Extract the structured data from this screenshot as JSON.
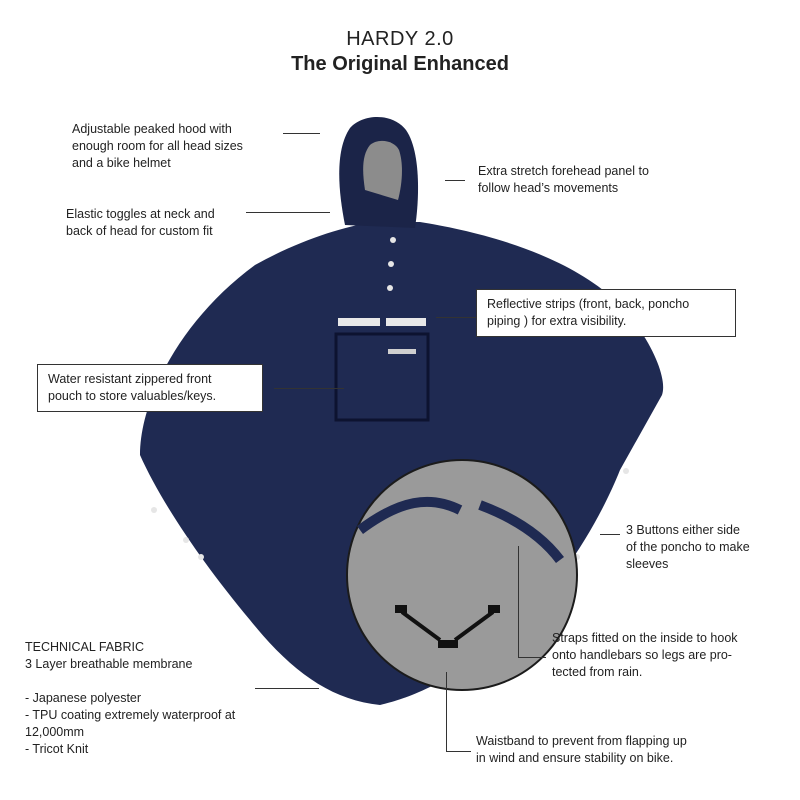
{
  "title": "HARDY 2.0",
  "subtitle": "The Original Enhanced",
  "annotations": {
    "hood": [
      "Adjustable peaked hood with",
      "enough room for all head sizes",
      "and a bike helmet"
    ],
    "toggles": [
      "Elastic toggles at neck and",
      "back of head for custom fit"
    ],
    "forehead": [
      "Extra stretch forehead panel to",
      "follow head’s movements"
    ],
    "reflective": [
      "Reflective strips (front, back, poncho",
      "piping ) for extra visibility."
    ],
    "pouch": [
      "Water resistant zippered front",
      "pouch to store valuables/keys."
    ],
    "buttons": [
      "3 Buttons either side",
      "of the poncho to make",
      "sleeves"
    ],
    "straps": [
      "Straps fitted on the inside to hook",
      "onto handlebars so legs are pro-",
      "tected from rain."
    ],
    "waistband": [
      "Waistband to prevent from flapping up",
      "in wind and ensure stability on bike."
    ],
    "fabric": [
      "TECHNICAL FABRIC",
      "3 Layer breathable membrane",
      "",
      "- Japanese polyester",
      "- TPU coating extremely waterproof at",
      "12,000mm",
      "- Tricot Knit"
    ]
  },
  "colors": {
    "poncho": "#1f2a52",
    "lining": "#9a9a9a",
    "reflective": "#e8e8e8"
  }
}
